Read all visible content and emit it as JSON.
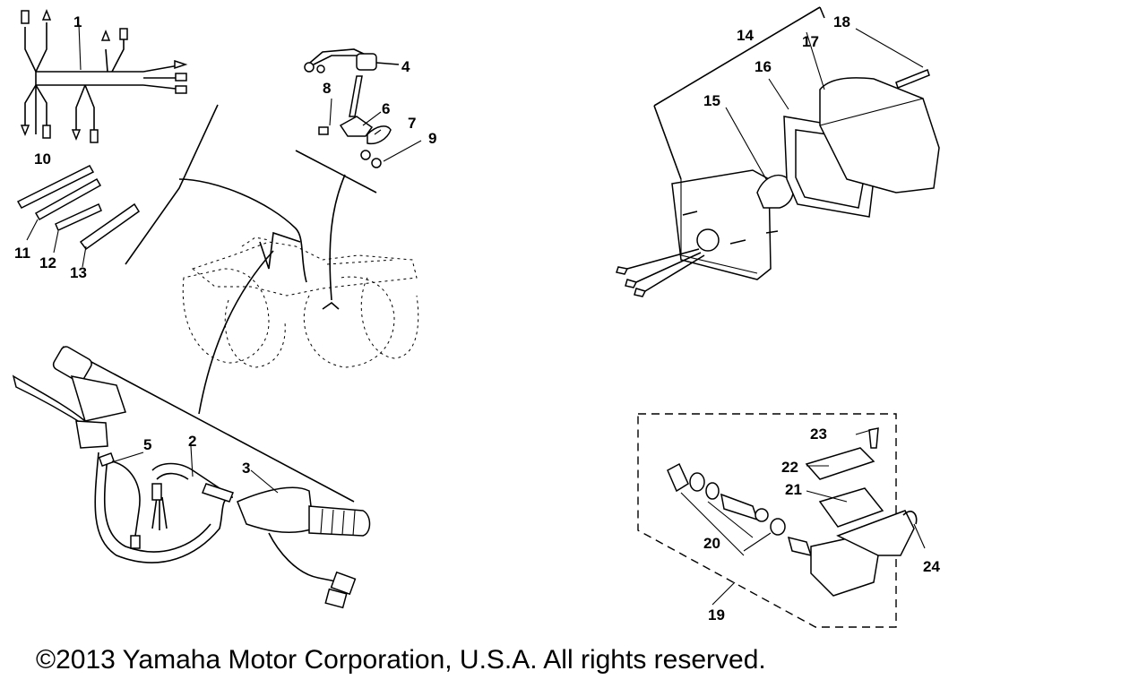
{
  "callouts": {
    "c1": "1",
    "c2": "2",
    "c3": "3",
    "c4": "4",
    "c5": "5",
    "c6": "6",
    "c7": "7",
    "c8": "8",
    "c9": "9",
    "c10": "10",
    "c11": "11",
    "c12": "12",
    "c13": "13",
    "c14": "14",
    "c15": "15",
    "c16": "16",
    "c17": "17",
    "c18": "18",
    "c19": "19",
    "c20": "20",
    "c21": "21",
    "c22": "22",
    "c23": "23",
    "c24": "24"
  },
  "footer": {
    "copyright": "©2013 Yamaha Motor Corporation, U.S.A. All rights reserved."
  }
}
